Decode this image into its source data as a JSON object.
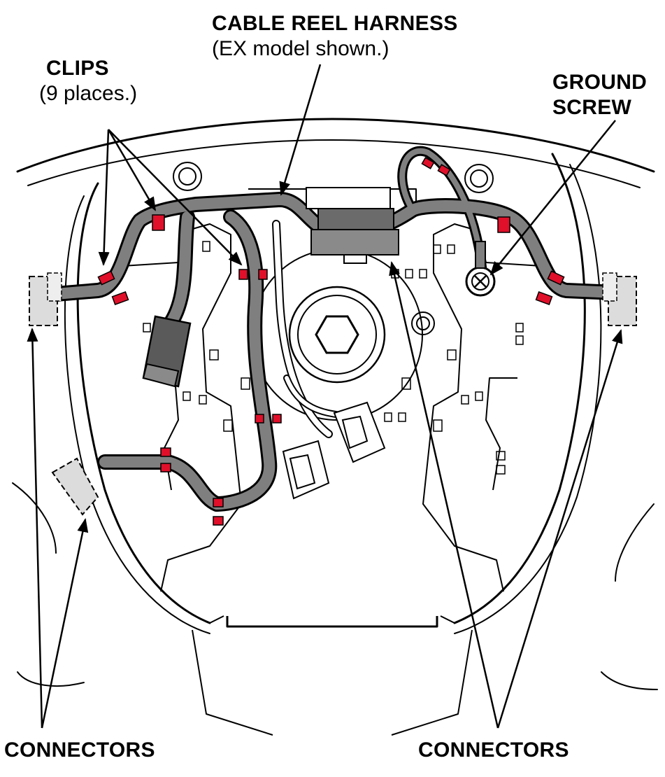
{
  "labels": {
    "cable_reel_harness": "CABLE REEL HARNESS",
    "ex_model_shown": "(EX model shown.)",
    "clips": "CLIPS",
    "clips_count": "(9 places.)",
    "ground": "GROUND",
    "screw": "SCREW",
    "connectors_left": "CONNECTORS",
    "connectors_right": "CONNECTORS"
  },
  "colors": {
    "line": "#000000",
    "harness": "#7f7f7f",
    "clip": "#e0102a",
    "connector_fill": "#dcdcdc",
    "connector_dark": "#5a5a5a",
    "background": "#ffffff"
  }
}
